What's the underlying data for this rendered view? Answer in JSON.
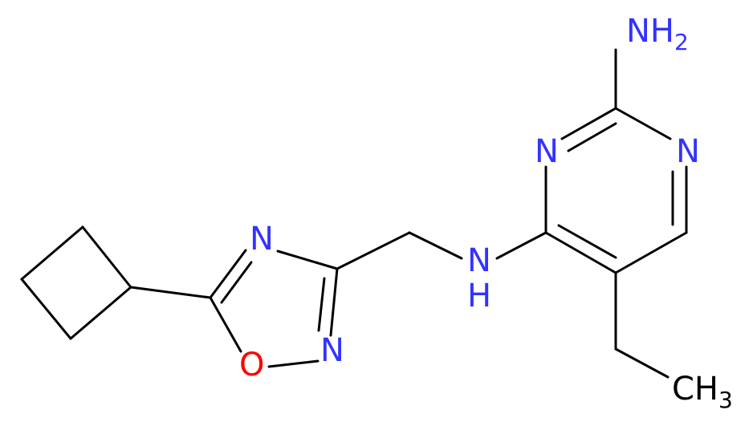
{
  "colors": {
    "bond": "#000000",
    "nitrogen": "#3333ff",
    "oxygen": "#ff0000",
    "carbon_label": "#000000",
    "background": "#ffffff"
  },
  "atoms": {
    "nh2_main": "NH",
    "nh2_sub": "2",
    "n_pyr_left": "N",
    "n_pyr_right": "N",
    "nh_main": "N",
    "nh_h": "H",
    "n_ox_top": "N",
    "n_ox_bottom": "N",
    "o_ox": "O",
    "ch3_main": "CH",
    "ch3_sub": "3"
  }
}
